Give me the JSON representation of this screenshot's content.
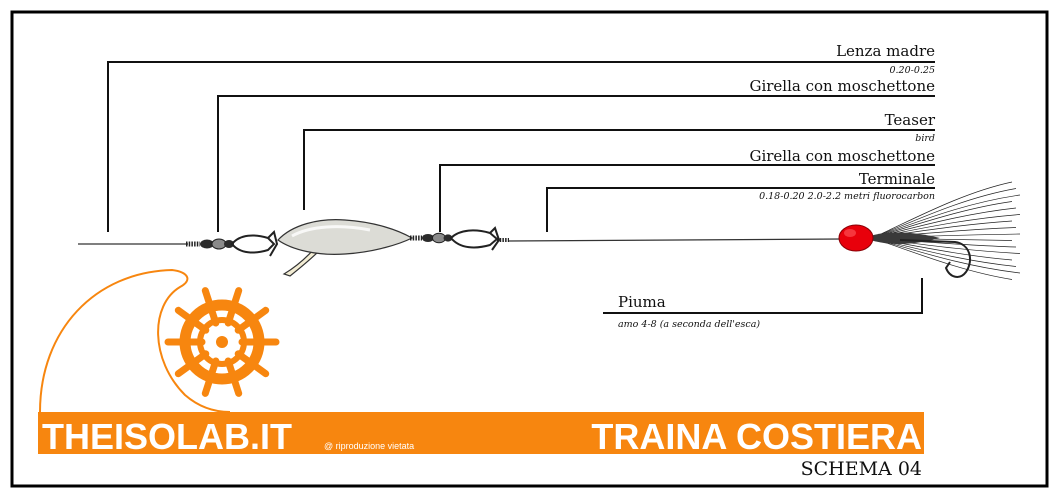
{
  "labels": {
    "lenza_madre": {
      "name": "Lenza madre",
      "spec": "0.20-0.25"
    },
    "girella_1": {
      "name": "Girella con moschettone"
    },
    "teaser": {
      "name": "Teaser",
      "spec": "bird"
    },
    "girella_2": {
      "name": "Girella con moschettone"
    },
    "terminale": {
      "name": "Terminale",
      "spec": "0.18-0.20 2.0-2.2 metri fluorocarbon"
    },
    "piuma": {
      "name": "Piuma",
      "spec": "amo 4-8 (a seconda dell'esca)"
    }
  },
  "brand": {
    "site": "THEISOLAB.IT",
    "notice": "@ riproduzione vietata",
    "title": "TRAINA COSTIERA",
    "schema": "SCHEMA 04"
  },
  "colors": {
    "orange": "#f7860f",
    "lure_red": "#e8000b",
    "line": "#222222"
  },
  "icons": [
    "ship-wheel-icon",
    "wave-logo-icon",
    "swivel-icon",
    "snap-icon",
    "feather-lure-icon",
    "hook-icon"
  ]
}
